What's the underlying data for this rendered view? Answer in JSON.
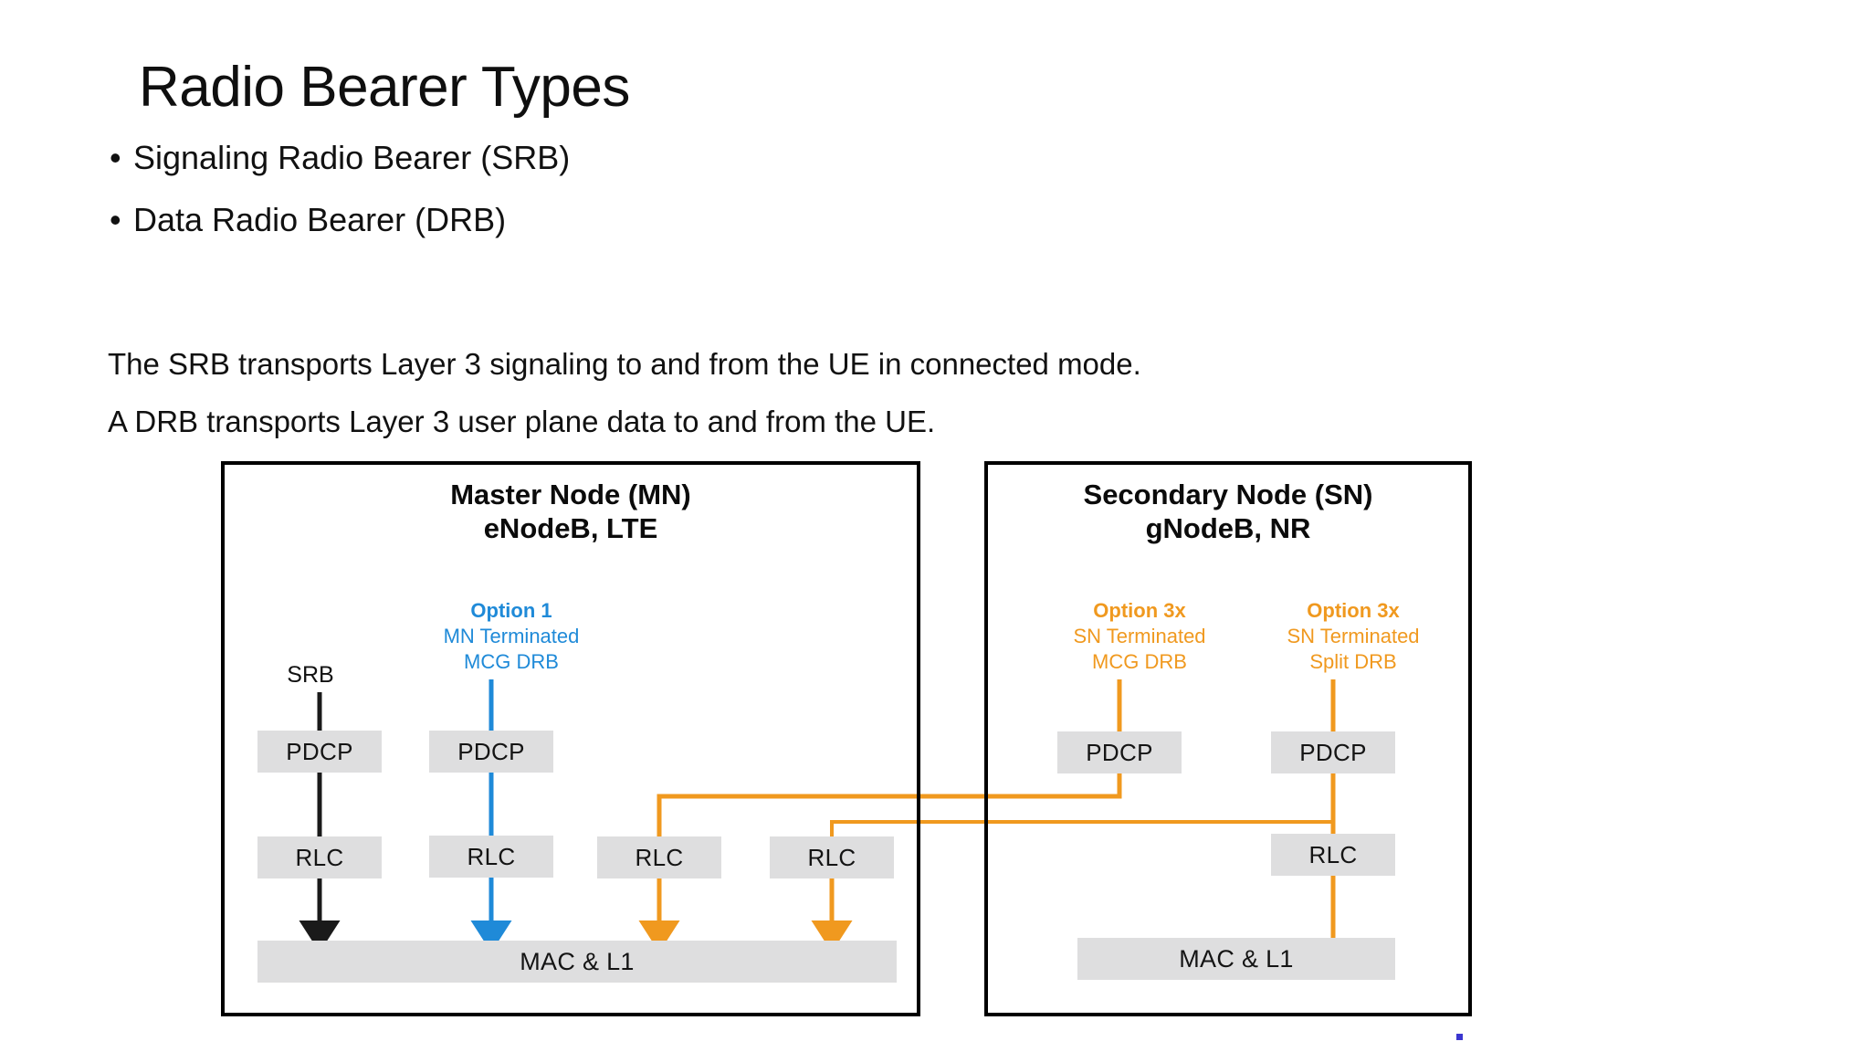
{
  "slide": {
    "title": "Radio Bearer Types",
    "bullets": [
      "Signaling Radio Bearer (SRB)",
      "Data Radio Bearer (DRB)"
    ],
    "paragraphs": [
      "The SRB transports Layer 3 signaling to and from the UE in connected mode.",
      "A DRB transports Layer 3 user plane data to and from the UE."
    ],
    "bullet_glyph": "•"
  },
  "colors": {
    "srb_black": "#1a1a1a",
    "mcg_blue": "#1f8ad8",
    "sn_orange": "#f0991f",
    "box_grey": "#dededf",
    "frame_black": "#000000"
  },
  "diagram": {
    "nodes": [
      {
        "id": "master-node",
        "heading_line_1": "Master Node (MN)",
        "heading_line_2": "eNodeB, LTE"
      },
      {
        "id": "secondary-node",
        "heading_line_1": "Secondary Node (SN)",
        "heading_line_2": "gNodeB, NR"
      }
    ],
    "options": [
      {
        "id": "option-1",
        "title": "Option 1",
        "sub_1": "MN Terminated",
        "sub_2": "MCG DRB",
        "color": "#1f8ad8"
      },
      {
        "id": "option-3x-mcg",
        "title": "Option 3x",
        "sub_1": "SN Terminated",
        "sub_2": "MCG DRB",
        "color": "#f0991f"
      },
      {
        "id": "option-3x-split",
        "title": "Option 3x",
        "sub_1": "SN Terminated",
        "sub_2": "Split DRB",
        "color": "#f0991f"
      }
    ],
    "bearer_label_srb": "SRB",
    "layers": {
      "pdcp": "PDCP",
      "rlc": "RLC",
      "mac_l1": "MAC & L1"
    },
    "stacks": {
      "mn_pdcp": [
        "PDCP",
        "PDCP"
      ],
      "mn_rlc": [
        "RLC",
        "RLC",
        "RLC",
        "RLC"
      ],
      "mn_mac": "MAC & L1",
      "sn_pdcp": [
        "PDCP",
        "PDCP"
      ],
      "sn_rlc": [
        "RLC"
      ],
      "sn_mac": "MAC & L1"
    }
  }
}
